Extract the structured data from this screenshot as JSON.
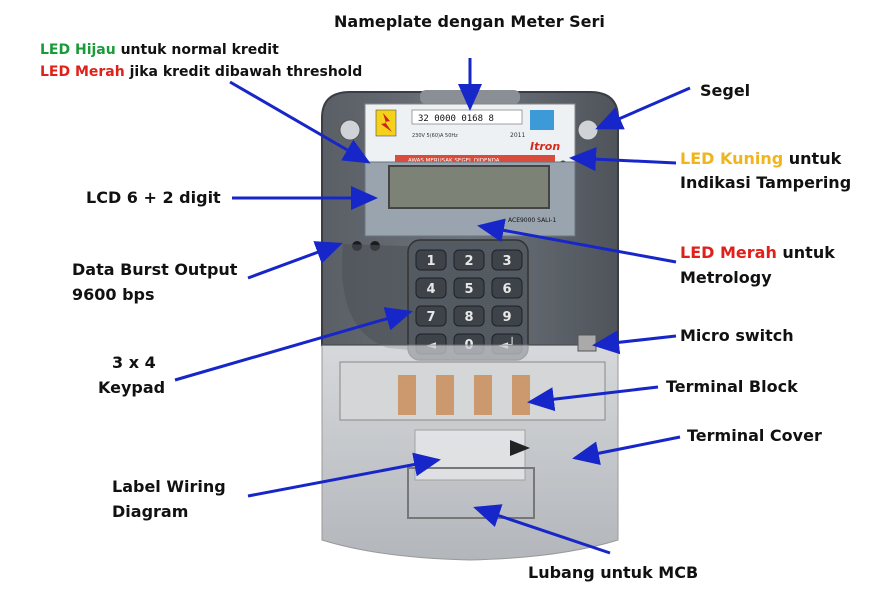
{
  "labels": {
    "nameplate": "Nameplate dengan Meter Seri",
    "led_green_prefix": "LED Hijau",
    "led_green_rest": " untuk normal kredit",
    "led_red_prefix": "LED Merah",
    "led_red_rest": " jika kredit dibawah threshold",
    "segel": "Segel",
    "led_kuning_prefix": "LED Kuning",
    "led_kuning_rest": " untuk",
    "led_kuning_line2": "Indikasi Tampering",
    "lcd": "LCD 6 + 2 digit",
    "data_burst_line1": "Data Burst Output",
    "data_burst_line2": "9600 bps",
    "led_metrology_prefix": "LED Merah",
    "led_metrology_rest": " untuk",
    "led_metrology_line2": "Metrology",
    "keypad_line1": "3 x 4",
    "keypad_line2": "Keypad",
    "micro_switch": "Micro switch",
    "terminal_block": "Terminal Block",
    "terminal_cover": "Terminal Cover",
    "label_wiring_line1": "Label Wiring",
    "label_wiring_line2": "Diagram",
    "lubang": "Lubang untuk MCB"
  },
  "meter": {
    "serial": "32  0000  0168  8",
    "brand": "Itron",
    "warning": "AWAS MERUSAK SEGEL DIDENDA",
    "year": "2011",
    "spec": "230V 5(60)A 50Hz",
    "model": "ACE9000 SALI-1",
    "keys": [
      "1",
      "2",
      "3",
      "4",
      "5",
      "6",
      "7",
      "8",
      "9",
      "◄",
      "0",
      "◄┘"
    ]
  },
  "colors": {
    "arrow": "#1726c8",
    "green": "#1a9a3a",
    "red": "#e0201a",
    "yellow": "#f0b41c"
  }
}
